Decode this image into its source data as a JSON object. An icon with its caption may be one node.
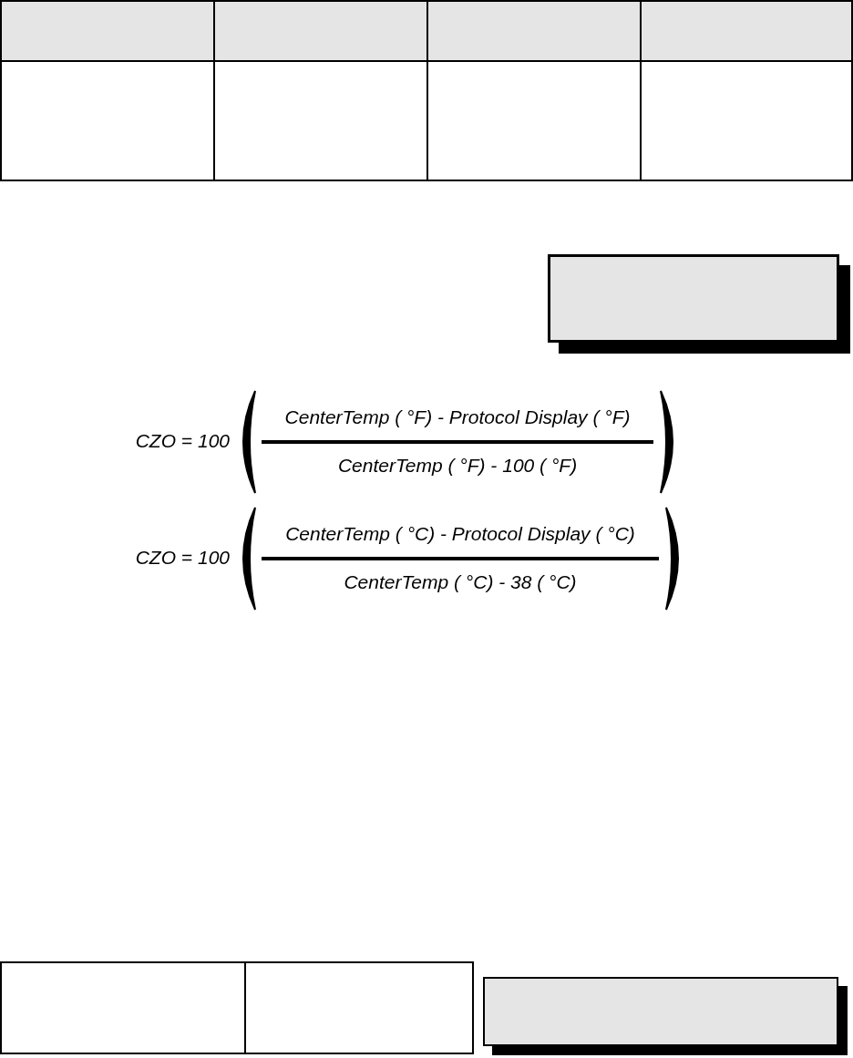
{
  "diagram": {
    "labels": [
      "CZO = 100",
      "CenterTemp ( °F) - Protocol Display ( °F)",
      "CenterTemp ( °F) - 100 ( °F)",
      "CZO = 100",
      "CenterTemp ( °C) - Protocol Display ( °C)",
      "CenterTemp ( °C) - 38 ( °C)"
    ]
  }
}
